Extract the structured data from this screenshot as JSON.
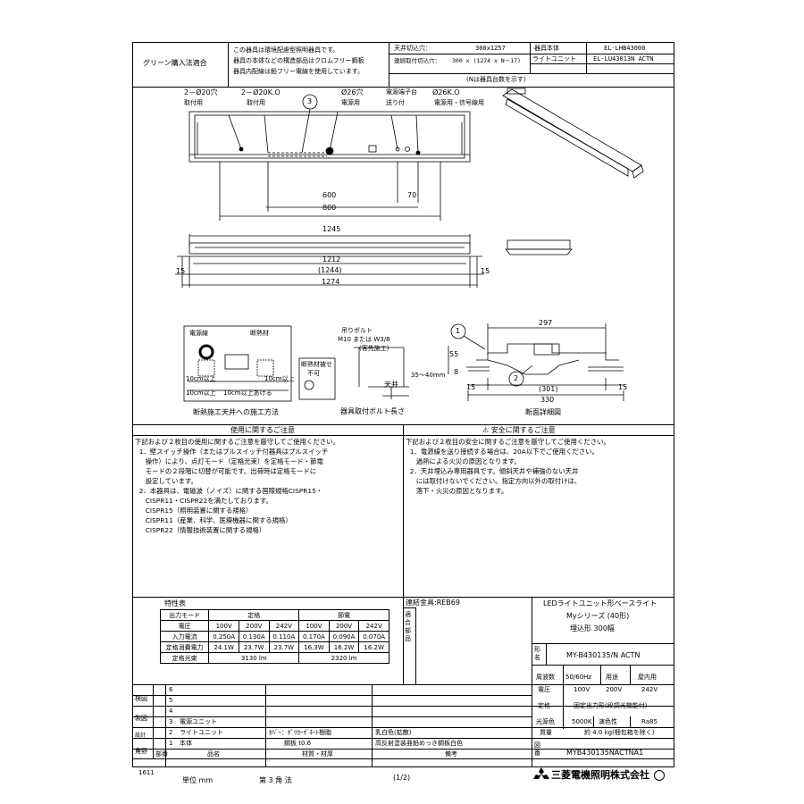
{
  "header": {
    "green": "グリーン購入法適合",
    "note_lines": [
      "この器具は環境配慮型照明器具です。",
      "器具の本体などの構造部品はクロムフリー鋼板",
      "器具内配線は鉛フリー電線を使用しています。"
    ],
    "cutout_label": "天井切込穴：",
    "cutout_value": "300x1257",
    "cont_label": "連続取付切込穴：",
    "cont_value": "300 x (1274 x N－17)",
    "cont_note": "(Nは器具台数を示す)",
    "body_label": "器具本体",
    "body_value": "EL-LHB43000",
    "unit_label": "ライトユニット",
    "unit_value": "EL-LU43013N ACTN"
  },
  "drawing": {
    "hole1": "2－Ø20穴",
    "hole1_sub": "取付用",
    "hole2": "2－Ø20K.O",
    "hole2_sub": "取付用",
    "circle3": "3",
    "hole3": "Ø26穴",
    "hole3_sub": "電源用",
    "term": "電源端子台",
    "term_sub": "送り付",
    "hole4": "Ø26K.O",
    "hole4_sub": "電源用・信号線用",
    "d600": "600",
    "d70": "70",
    "d800": "800",
    "d1245": "1245",
    "d1212": "1212",
    "d15a": "15",
    "d15b": "15",
    "d1244": "(1244)",
    "d1274": "1274",
    "d297": "297",
    "c1": "1",
    "c2": "2",
    "d55": "55",
    "d8": "8",
    "d15c": "15",
    "d15d": "15",
    "d301": "(301)",
    "d330": "330",
    "section_caption": "断面詳細図",
    "bolt_label": "吊りボルト",
    "bolt_sub": "M10 または W3/8",
    "bolt_sub2": "(客先施工)",
    "range": "35～40mm",
    "ceiling": "天井",
    "bolt_caption": "器具取付ボルト長さ",
    "ins_caption": "断熱施工天井への施工方法",
    "ins_a": "電源線",
    "ins_b": "断熱材",
    "ins_c": "10cm以上",
    "ins_d": "10cm以上",
    "ins_e": "10cm以上",
    "ins_f": "10cm以上あける",
    "ng": "断熱材被せ",
    "ng2": "不可"
  },
  "usage": {
    "title": "使用に関するご注意",
    "text": "下記および２枚目の使用に関するご注意を厳守してご使用ください。\n  1．壁スイッチ操作（またはプルスイッチ付器具はプルスイッチ\n     操作）により、点灯モード（定格光束）を定格モード・節電\n     モードの２段階に切替が可能です。出荷時は定格モードに\n     設定しています。\n  2．本器具は、電磁波（ノイズ）に関する国際規格CISPR15・\n     CISPR11・CISPR22を満たしております。\n     CISPR15（照明装置に関する規格）\n     CISPR11（産業、科学、医療機器に関する規格）\n     CISPR22（情報技術装置に関する規格）"
  },
  "safety": {
    "title": "安全に関するご注意",
    "text": "下記および２枚目の安全に関するご注意を厳守してご使用ください。\n  1．電源線を送り接続する場合は、20A以下でご使用ください。\n     過熱による火災の原因となります。\n  2．天井埋込み専用器具です。傾斜天井や補強のない天井\n     には取付けないでください。指定方向以外の取付けは、\n     落下・火災の原因となります。"
  },
  "spec": {
    "title": "特性表",
    "output_mode": "出力モード",
    "rated": "定格",
    "eco": "節電",
    "voltage": "電圧",
    "v": [
      "100V",
      "200V",
      "242V",
      "100V",
      "200V",
      "242V"
    ],
    "current_label": "入力電流",
    "current": [
      "0.250A",
      "0.130A",
      "0.110A",
      "0.170A",
      "0.090A",
      "0.070A"
    ],
    "power_label": "定格消費電力",
    "power": [
      "24.1W",
      "23.7W",
      "23.7W",
      "16.3W",
      "16.2W",
      "16.2W"
    ],
    "flux_label": "定格光束",
    "flux": [
      "3130 lm",
      "2320 lm"
    ]
  },
  "bom": {
    "rows": [
      {
        "no": "6",
        "name": "",
        "mat": "",
        "note": ""
      },
      {
        "no": "5",
        "name": "",
        "mat": "",
        "note": ""
      },
      {
        "no": "4",
        "name": "",
        "mat": "",
        "note": ""
      },
      {
        "no": "3",
        "name": "電源ユニット",
        "mat": "",
        "note": ""
      },
      {
        "no": "2",
        "name": "ライトユニット",
        "mat": "ｶﾊﾞｰ：ﾎﾟﾘｶｰﾎﾞﾈｰﾄ樹脂",
        "note": "乳白色(拡散)"
      },
      {
        "no": "1",
        "name": "本体",
        "mat": "鋼板  t0.6",
        "note": "高反射塗装亜鉛めっき鋼板白色"
      }
    ],
    "h_no": "部番",
    "h_name": "品名",
    "h_mat": "材質・材厚",
    "h_note": "備考",
    "side": [
      "検図",
      "製図",
      "設計",
      "角野"
    ],
    "code": "1611",
    "unit": "単位  mm",
    "angle": "第 3 角 法",
    "page": "(1/2)"
  },
  "product": {
    "acc_label": "連結金具:REB69",
    "applicable": "適合部品",
    "l1": "LEDライトユニット形ベースライト",
    "l2": "Myシリーズ (40形)",
    "l3": "埋込形 300幅",
    "type_label": "形名",
    "type_value": "MY-B430135/N ACTN",
    "freq_label": "周波数",
    "freq_value": "50/60Hz",
    "use_label": "用途",
    "use_value": "屋内用",
    "volt_label": "電圧",
    "volts": [
      "100V",
      "200V",
      "242V"
    ],
    "rated_label": "定格",
    "rated_value": "固定出力形(段調光機能付)",
    "color_label": "光源色",
    "color_value": "5000K",
    "cri_label": "演色性",
    "cri_value": "Ra85",
    "mass_label": "質量",
    "mass_value": "約 4.0 kg(梱包箱を除く)",
    "drawing_label": "図番",
    "drawing_value": "MYB430135NACTNA1",
    "maker": "三菱電機照明株式会社"
  }
}
